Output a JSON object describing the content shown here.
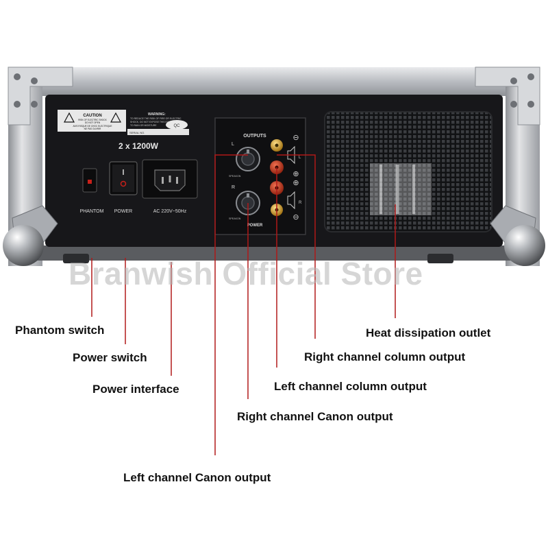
{
  "device": {
    "power_rating": "2 x 1200W",
    "caution_label": "CAUTION",
    "caution_text_1": "RISK OF ELECTRIC SHOCK",
    "caution_text_2": "DO NOT OPEN",
    "caution_text_3": "AVIS RISQUE DE CHOC ELECTRIQUE",
    "caution_text_4": "NE PAS OUVRIR",
    "warning_label": "WARNING:",
    "warning_text_1": "TO REDUCE THE RISK OF FIRE OR ELECTRIC",
    "warning_text_2": "SHOCK, DO NOT EXPOSE THIS EQUIPMENT",
    "warning_text_3": "TO RAIN OR MOISTURE",
    "serial_label": "SERIAL NO.",
    "qc_label": "QC",
    "outputs_label": "OUTPUTS",
    "channel_l": "L",
    "channel_r": "R",
    "speakon_label": "SPEAKON",
    "power_panel_label": "POWER",
    "phantom_label": "PHANTOM",
    "power_label": "POWER",
    "ac_label": "AC 220V~50Hz",
    "plus_sign": "⊕",
    "minus_sign": "⊖"
  },
  "watermark": "Branwish Official Store",
  "callouts": [
    {
      "id": "phantom-switch",
      "label": "Phantom switch"
    },
    {
      "id": "power-switch",
      "label": "Power switch"
    },
    {
      "id": "power-interface",
      "label": "Power interface"
    },
    {
      "id": "heat-dissipation-outlet",
      "label": "Heat dissipation outlet"
    },
    {
      "id": "right-channel-column-output",
      "label": "Right channel column output"
    },
    {
      "id": "left-channel-column-output",
      "label": "Left channel column output"
    },
    {
      "id": "right-channel-canon-output",
      "label": "Right channel Canon output"
    },
    {
      "id": "left-channel-canon-output",
      "label": "Left channel Canon output"
    }
  ],
  "colors": {
    "leader_line": "#b01818",
    "panel": "#17171a",
    "case_frame": "#c9cbcf",
    "binding_post_red": "#c43a1c",
    "binding_post_gold": "#d9a320"
  }
}
